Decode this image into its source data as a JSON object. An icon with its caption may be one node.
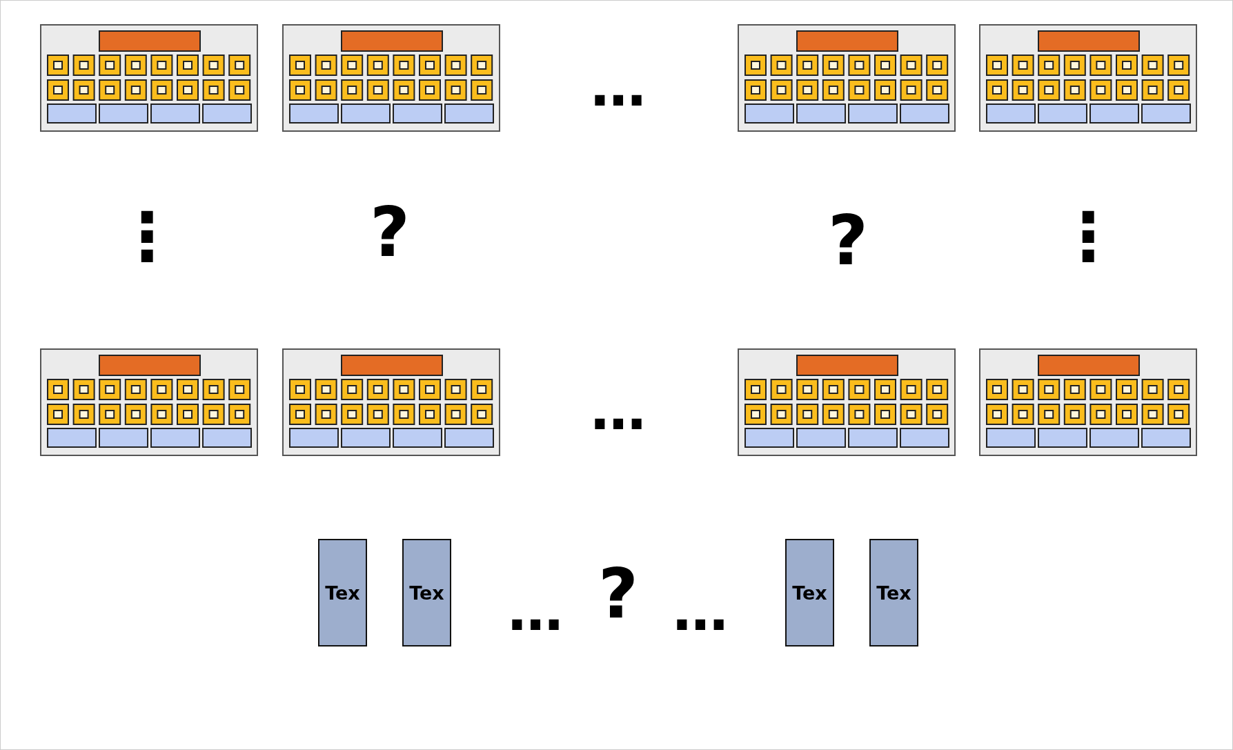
{
  "diagram": {
    "nodes": [
      {
        "text": [],
        "shape": "box"
      },
      {
        "text": [],
        "shape": "box"
      },
      {
        "text": [],
        "shape": "box"
      },
      {
        "text": [],
        "shape": "box"
      },
      {
        "text": [],
        "shape": "box"
      },
      {
        "text": [],
        "shape": "box"
      },
      {
        "text": [],
        "shape": "box"
      },
      {
        "text": [],
        "shape": "box"
      },
      {
        "text": [
          "Tex"
        ]
      },
      {
        "text": [
          "Tex"
        ]
      },
      {
        "text": [
          "Tex"
        ]
      },
      {
        "text": [
          "Tex"
        ]
      }
    ],
    "edges": [],
    "labels": [
      "…",
      "⋮",
      "?",
      "?",
      "⋮",
      "…",
      "…",
      "?",
      "…"
    ]
  }
}
